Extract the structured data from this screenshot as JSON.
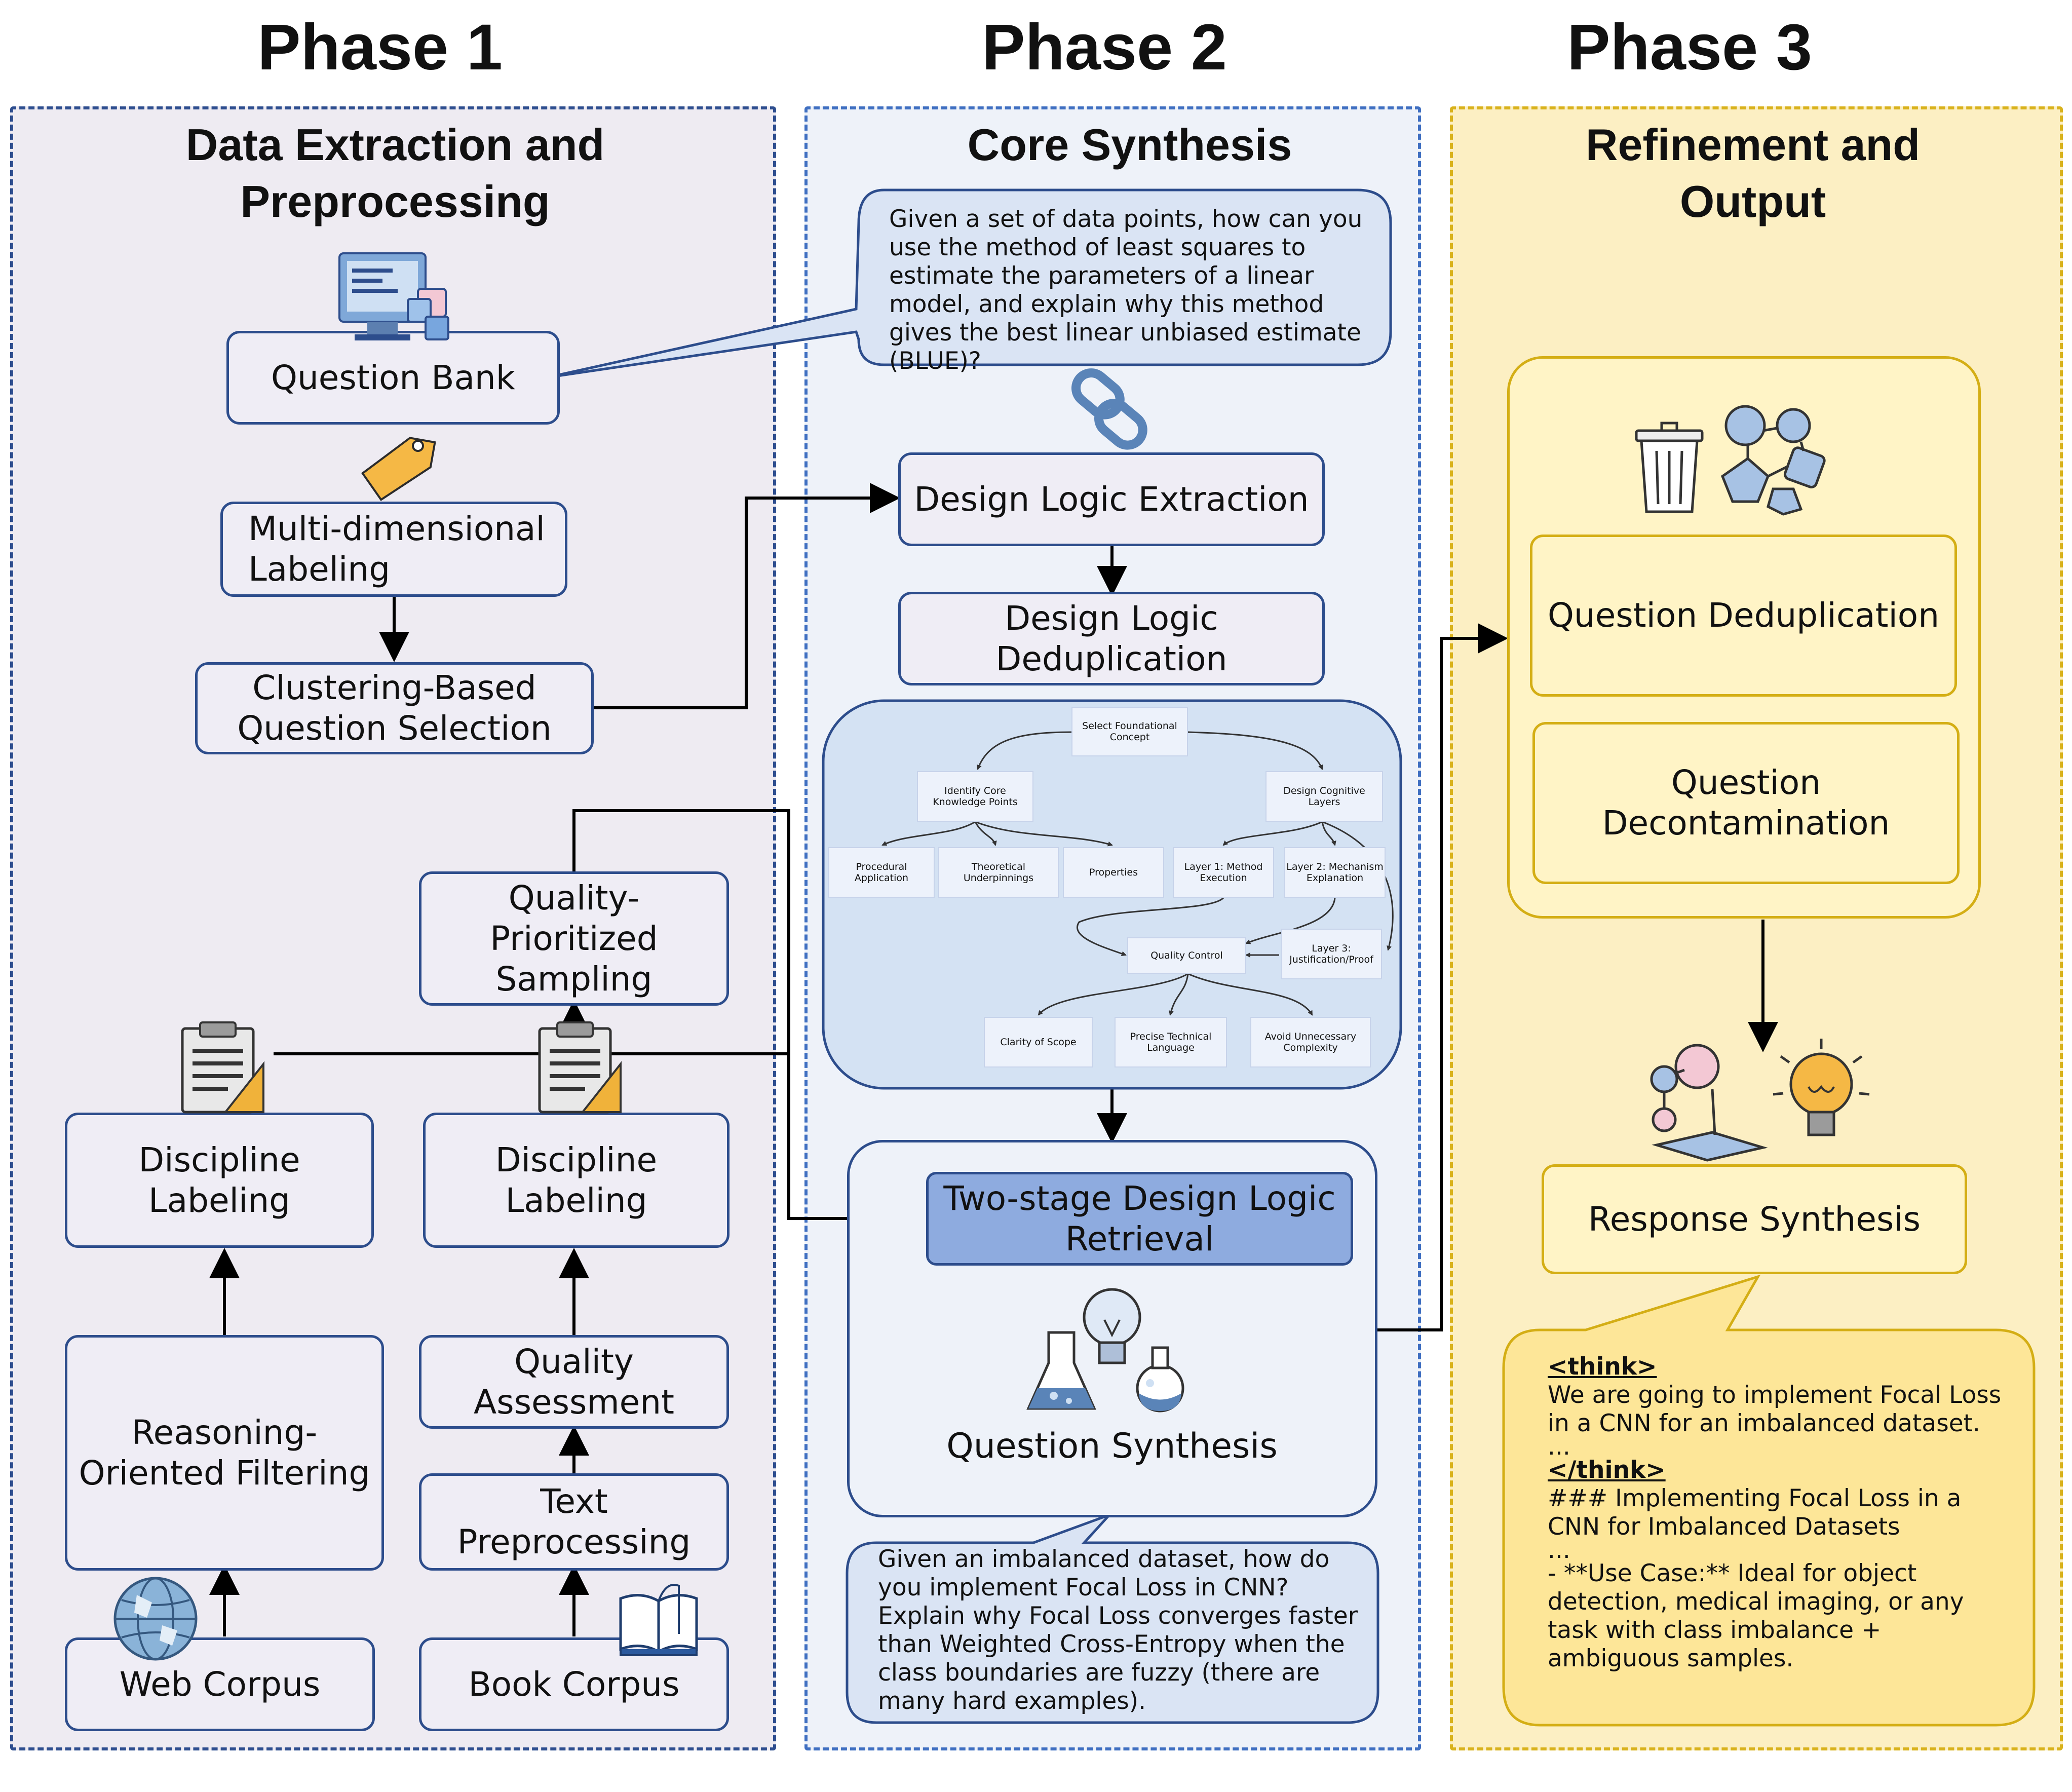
{
  "phases": {
    "p1": "Phase 1",
    "p2": "Phase 2",
    "p3": "Phase 3"
  },
  "panels": {
    "p1_title": "Data Extraction and Preprocessing",
    "p2_title": "Core Synthesis",
    "p3_title": "Refinement and Output"
  },
  "phase1": {
    "question_bank": "Question Bank",
    "multi_labeling": "Multi-dimensional Labeling",
    "clustering": "Clustering-Based Question Selection",
    "quality_sampling": "Quality-Prioritized Sampling",
    "discipline_left": "Discipline Labeling",
    "discipline_right": "Discipline Labeling",
    "reasoning_filter": "Reasoning-Oriented Filtering",
    "quality_assessment": "Quality Assessment",
    "text_preprocessing": "Text Preprocessing",
    "web_corpus": "Web Corpus",
    "book_corpus": "Book Corpus"
  },
  "phase2": {
    "question_bubble": "Given a set of data points, how can you use the method of least squares to estimate the parameters of a linear model, and explain why this method gives the best linear unbiased estimate (BLUE)?",
    "design_extraction": "Design Logic Extraction",
    "design_dedup": "Design Logic Deduplication",
    "tree": {
      "root": "Select Foundational Concept",
      "core_points": "Identify Core Knowledge Points",
      "cognitive_layers": "Design Cognitive Layers",
      "procedural": "Procedural Application",
      "theoretical": "Theoretical Underpinnings",
      "properties": "Properties",
      "layer1": "Layer 1: Method Execution",
      "layer2": "Layer 2: Mechanism Explanation",
      "layer3": "Layer 3: Justification/Proof",
      "quality_control": "Quality Control",
      "clarity": "Clarity of Scope",
      "precise": "Precise Technical Language",
      "avoid": "Avoid Unnecessary Complexity"
    },
    "two_stage": "Two-stage Design Logic Retrieval",
    "question_synthesis": "Question Synthesis",
    "synth_bubble": "Given an imbalanced dataset, how do you implement Focal Loss in CNN? Explain why Focal Loss converges faster than Weighted Cross-Entropy when the class boundaries are fuzzy (there are many hard examples)."
  },
  "phase3": {
    "dedup": "Question Deduplication",
    "decontam": "Question Decontamination",
    "response": "Response Synthesis",
    "think_open": "<think>",
    "think_line1": "We are going to implement Focal Loss in a CNN for an imbalanced dataset.",
    "ellipsis1": "...",
    "think_close": "</think>",
    "heading": "### Implementing Focal Loss in a CNN for Imbalanced Datasets",
    "ellipsis2": "...",
    "use_case": "- **Use Case:** Ideal for object detection, medical imaging, or any task with class imbalance + ambiguous samples."
  },
  "colors": {
    "phase1_bg": "#eeebf2",
    "phase1_border": "#2e4e8f",
    "phase2_bg": "#eef2f9",
    "phase2_border": "#3f6fc1",
    "phase3_bg": "#fcefc3",
    "phase3_border": "#d9b21c",
    "box_border": "#2d4d8c",
    "highlight_box": "#8eabdf",
    "bubble_fill": "#dae4f4",
    "think_bubble": "#fde698"
  },
  "icons": [
    "computer-icon",
    "tag-icon",
    "clipboard-icon",
    "globe-icon",
    "book-icon",
    "chain-link-icon",
    "flask-lightbulb-icon",
    "trash-icon",
    "network-icon",
    "science-lightbulb-icon"
  ]
}
